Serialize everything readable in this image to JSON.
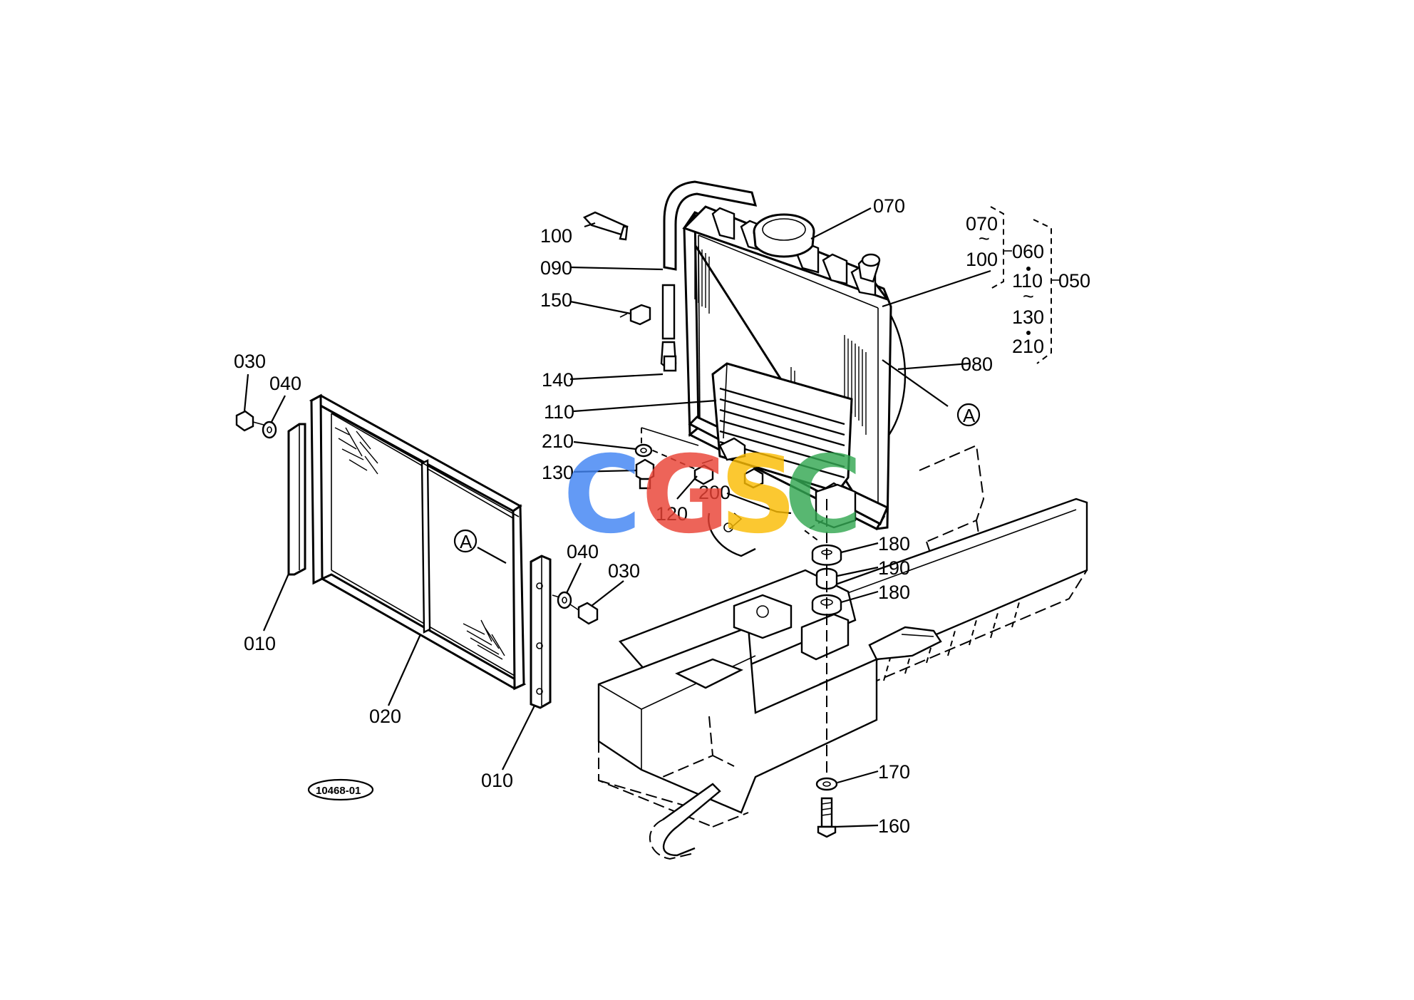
{
  "diagram": {
    "callouts": {
      "c070_top": "070",
      "c100": "100",
      "c090": "090",
      "c150": "150",
      "c140": "140",
      "c110": "110",
      "c210": "210",
      "c130": "130",
      "c120": "120",
      "c200": "200",
      "c080": "080",
      "c180_a": "180",
      "c190": "190",
      "c180_b": "180",
      "c170": "170",
      "c160": "160",
      "c030_a": "030",
      "c040_a": "040",
      "c010_a": "010",
      "c020": "020",
      "c040_b": "040",
      "c030_b": "030",
      "c010_b": "010"
    },
    "assembly_group": {
      "g070": "070",
      "g100": "100",
      "g060": "060",
      "g110": "110",
      "g130": "130",
      "g210": "210",
      "g050": "050",
      "tilde": "~"
    },
    "ref_marker": "A",
    "drawing_code": "10468-01",
    "watermark": {
      "letters": [
        "C",
        "G",
        "S",
        "C"
      ],
      "colors": [
        "#4285F4",
        "#EA4335",
        "#FBBC05",
        "#34A853"
      ]
    }
  }
}
